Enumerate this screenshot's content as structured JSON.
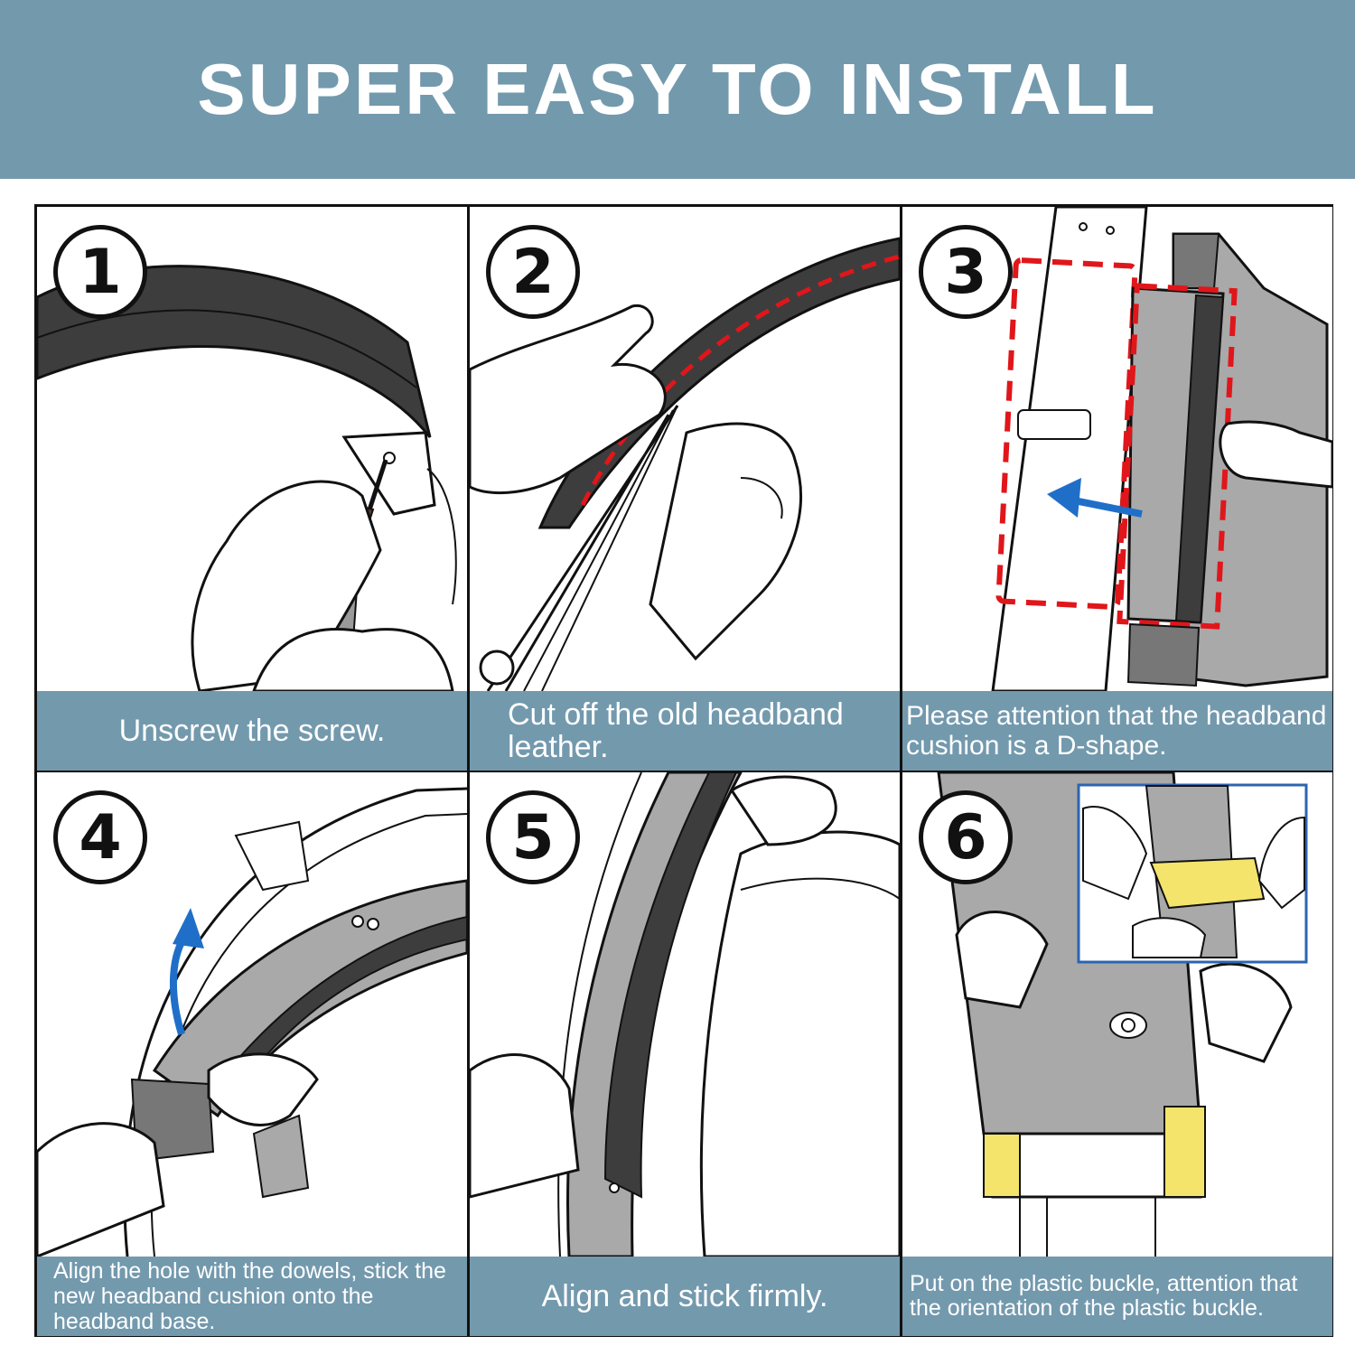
{
  "header": {
    "title": "SUPER EASY TO INSTALL"
  },
  "steps": [
    {
      "number": "1",
      "caption": "Unscrew the screw."
    },
    {
      "number": "2",
      "caption": "Cut off the old headband leather."
    },
    {
      "number": "3",
      "caption": "Please attention that the headband cushion is a D-shape."
    },
    {
      "number": "4",
      "caption": "Align the hole with the dowels, stick the new headband cushion onto the headband base."
    },
    {
      "number": "5",
      "caption": "Align and stick firmly."
    },
    {
      "number": "6",
      "caption": "Put on the plastic buckle, attention that the orientation of the plastic buckle."
    }
  ],
  "colors": {
    "banner": "#7399ad",
    "caption_bar": "#7399ad",
    "cushion_dark": "#3d3d3d",
    "cushion_gray": "#a9a9a9",
    "highlight_red": "#e0161b",
    "arrow_blue": "#1f6fc9",
    "buckle_yellow": "#f4e46b",
    "inset_border": "#2d64b0"
  }
}
